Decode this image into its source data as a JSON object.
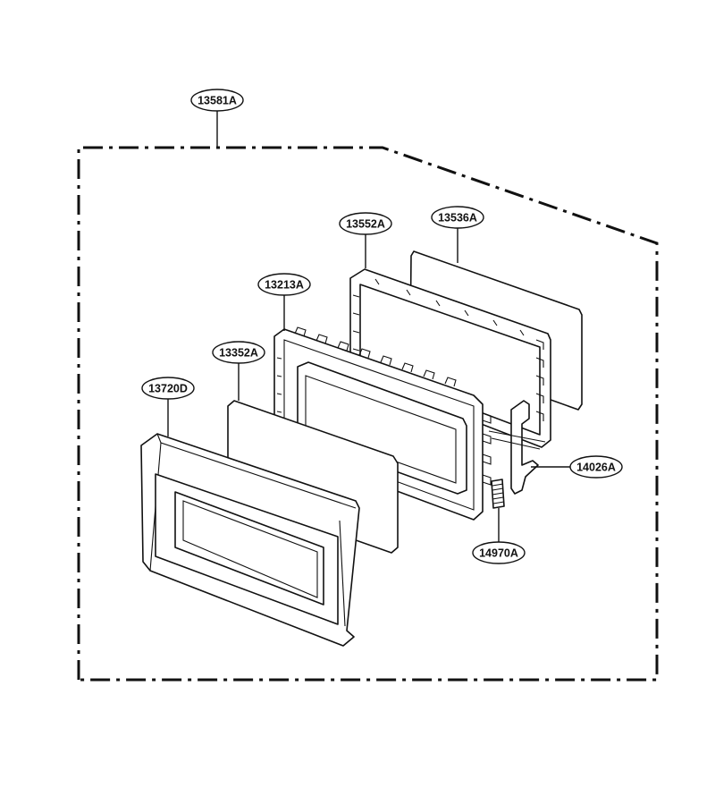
{
  "callouts": [
    {
      "id": "assembly",
      "label": "13581A"
    },
    {
      "id": "frame",
      "label": "13552A"
    },
    {
      "id": "inner-panel",
      "label": "13536A"
    },
    {
      "id": "door-body",
      "label": "13213A"
    },
    {
      "id": "choke-cover",
      "label": "13352A"
    },
    {
      "id": "door-frame",
      "label": "13720D"
    },
    {
      "id": "latch-hook",
      "label": "14026A"
    },
    {
      "id": "spring",
      "label": "14970A"
    }
  ]
}
